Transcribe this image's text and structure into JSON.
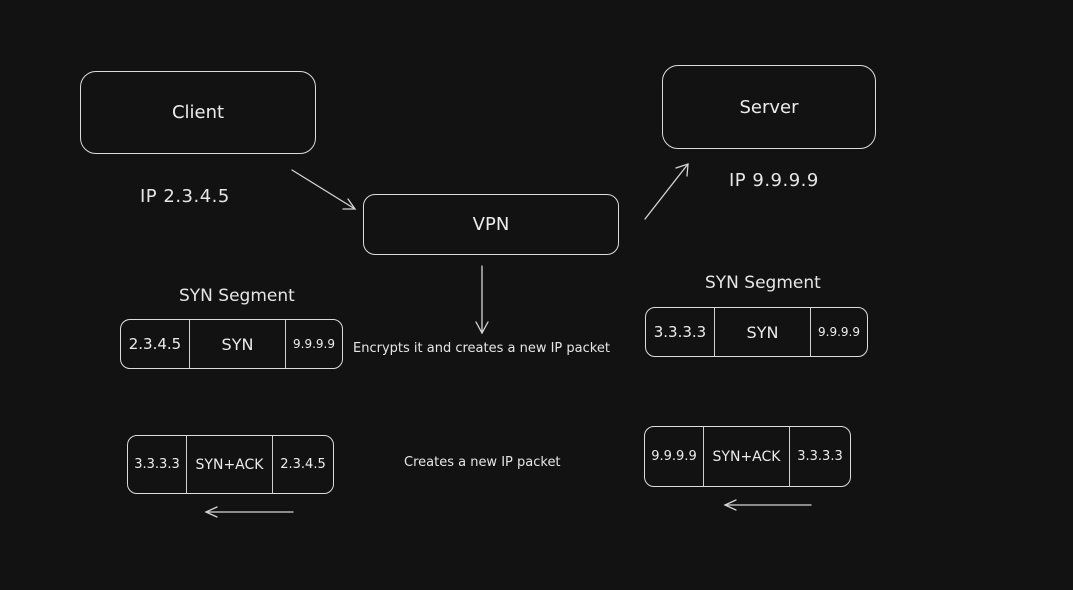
{
  "nodes": {
    "client": "Client",
    "server": "Server",
    "vpn": "VPN"
  },
  "ips": {
    "client_ip": "IP 2.3.4.5",
    "server_ip": "IP 9.9.9.9"
  },
  "segments": {
    "left_title": "SYN Segment",
    "right_title": "SYN Segment"
  },
  "packets": {
    "left_syn": {
      "src": "2.3.4.5",
      "flag": "SYN",
      "dst": "9.9.9.9"
    },
    "right_syn": {
      "src": "3.3.3.3",
      "flag": "SYN",
      "dst": "9.9.9.9"
    },
    "left_synack": {
      "src": "3.3.3.3",
      "flag": "SYN+ACK",
      "dst": "2.3.4.5"
    },
    "right_synack": {
      "src": "9.9.9.9",
      "flag": "SYN+ACK",
      "dst": "3.3.3.3"
    }
  },
  "notes": {
    "encrypts": "Encrypts it and creates a new IP packet",
    "creates": "Creates a new IP packet"
  },
  "colors": {
    "background": "#121212",
    "stroke": "#dcdcdc",
    "text": "#ececec"
  }
}
